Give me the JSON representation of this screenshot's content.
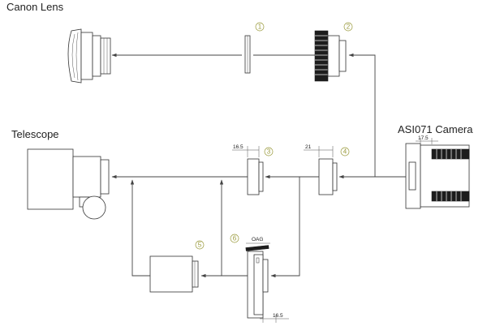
{
  "labels": {
    "canon_lens": "Canon Lens",
    "telescope": "Telescope",
    "camera": "ASI071 Camera"
  },
  "dimensions": {
    "part3_width": "16.5",
    "part4_width": "21",
    "camera_width": "17.5",
    "part6_top": "OAG",
    "part6_bottom": "16.5"
  },
  "part_numbers": [
    "1",
    "2",
    "3",
    "4",
    "5",
    "6"
  ],
  "colors": {
    "line": "#444444",
    "part_number": "#9a9a3c",
    "dark_fill": "#1d1d1d"
  }
}
